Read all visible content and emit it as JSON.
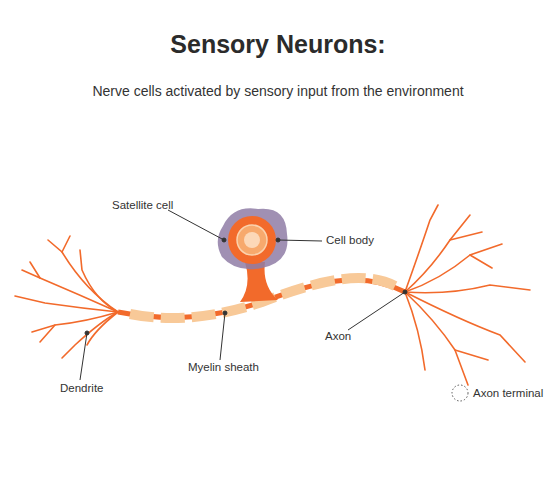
{
  "diagram": {
    "title": "Sensory Neurons:",
    "labels": [
      "Nerve cells activated by sensory input from the environment",
      "Satellite cell",
      "Cell body",
      "Axon",
      "Myelin sheath",
      "Dendrite",
      "Axon terminal"
    ]
  }
}
